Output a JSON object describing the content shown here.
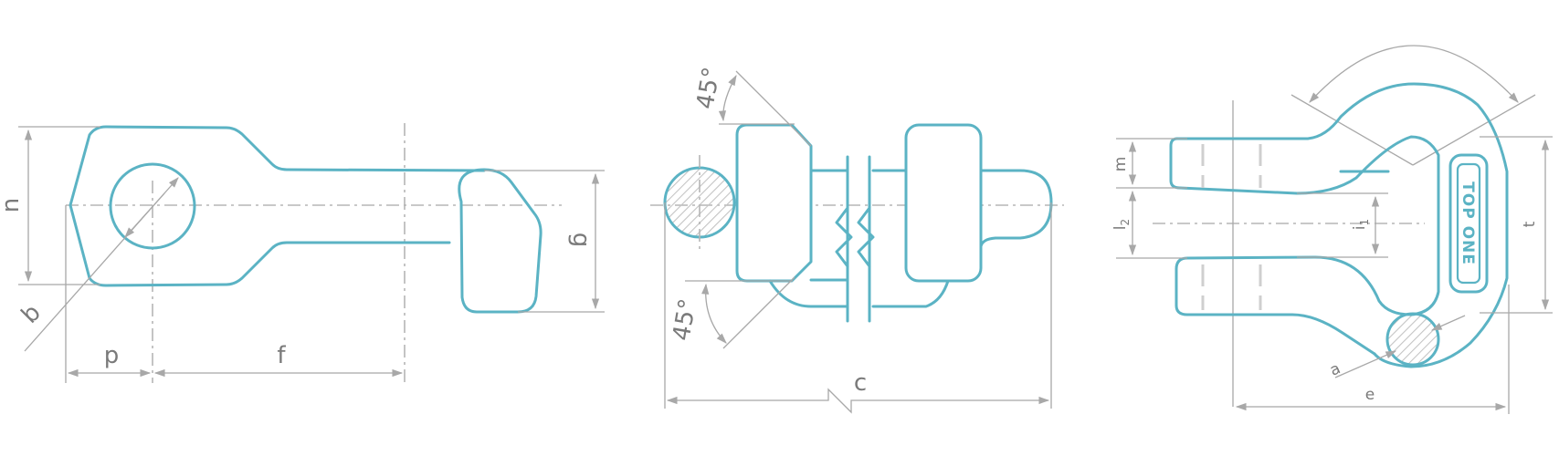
{
  "labels": {
    "n": "n",
    "b": "b",
    "p": "p",
    "f": "f",
    "g": "g",
    "angle_top": "45°",
    "angle_bottom": "45°",
    "c": "c",
    "m": "m",
    "l2": "l",
    "l2_sub": "2",
    "i1": "i",
    "i1_sub": "1",
    "t": "t",
    "a": "a",
    "e": "e"
  },
  "brand": {
    "text": "TOP ONE"
  },
  "colors": {
    "part": "#5bb3c4",
    "dimension": "#a8a8a8",
    "text": "#7a7a7a"
  }
}
